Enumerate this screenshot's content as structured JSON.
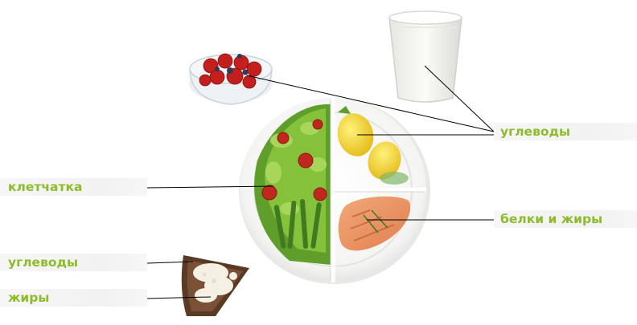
{
  "labels": {
    "fiber": "клетчатка",
    "carbs_left": "углеводы",
    "fats_left": "жиры",
    "carbs_right": "углеводы",
    "protein_fats": "белки и жиры"
  },
  "colors": {
    "label_text": "#8dbb2a",
    "label_band": "#f2f2f2",
    "leader_line": "#000000"
  },
  "items": {
    "plate": "plate-icon",
    "berries": "berry-bowl-icon",
    "milk": "milk-glass-icon",
    "bread": "bread-slice-icon",
    "salmon": "salmon-fillet-icon",
    "potatoes": "potato-icon",
    "salad": "salad-icon"
  }
}
